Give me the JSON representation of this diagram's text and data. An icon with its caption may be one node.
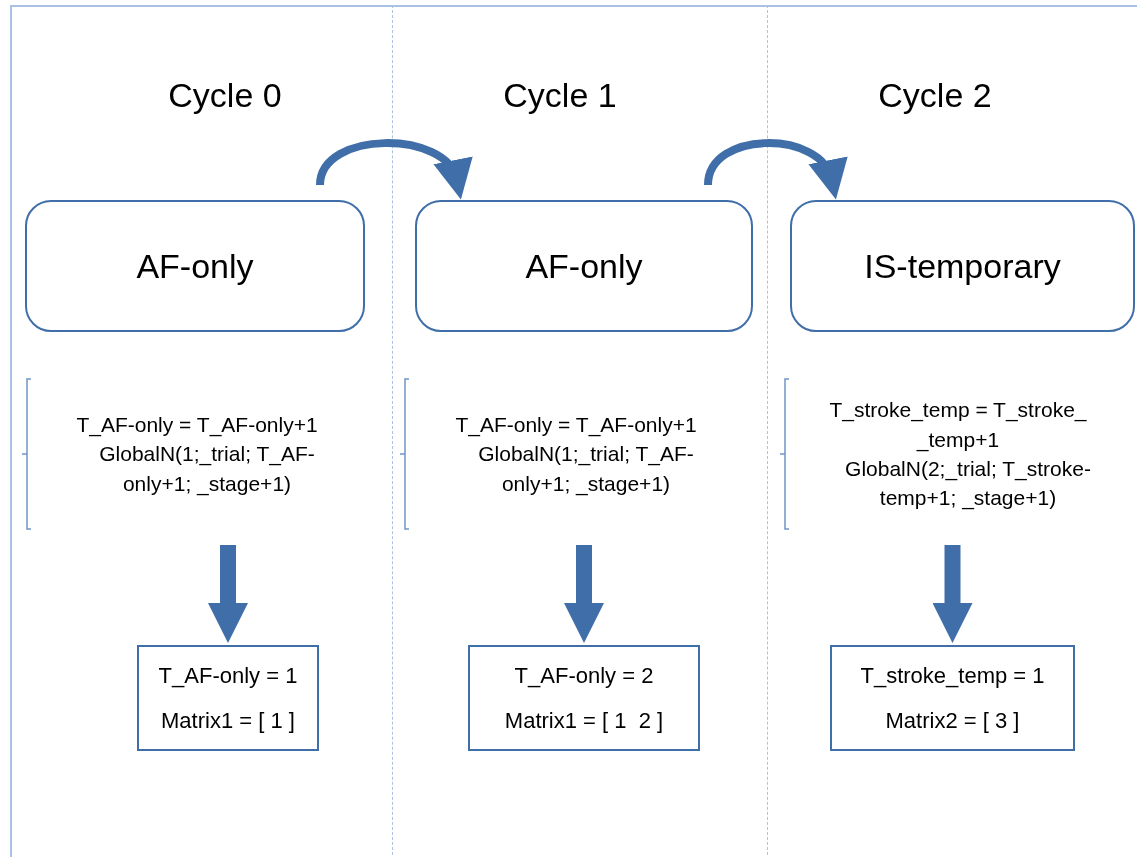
{
  "diagram": {
    "nodes": [
      {
        "text": [
          "AF-only"
        ]
      },
      {
        "text": [
          "T_AF-only = T_AF-only+1",
          "GlobalN(1;_trial; T_AF-only+1; _stage+1)"
        ]
      },
      {
        "text": [
          "T_AF-only = 1",
          "Matrix1 = [ 1 ]"
        ]
      },
      {
        "text": [
          "AF-only"
        ]
      },
      {
        "text": [
          "T_AF-only = T_AF-only+1",
          "GlobalN(1;_trial; T_AF-only+1; _stage+1)"
        ]
      },
      {
        "text": [
          "T_AF-only = 2",
          "Matrix1 = [ 1  2 ]"
        ]
      },
      {
        "text": [
          "IS-temporary"
        ]
      },
      {
        "text": [
          "T_stroke_temp = T_stroke_ _temp+1",
          "GlobalN(2;_trial; T_stroke-temp+1; _stage+1)"
        ]
      },
      {
        "text": [
          "T_stroke_temp = 1",
          "Matrix2 = [ 3 ]"
        ]
      }
    ],
    "edges": [
      {
        "from": 0,
        "to": 3,
        "arrow": "to"
      },
      {
        "from": 3,
        "to": 6,
        "arrow": "to"
      },
      {
        "from": 1,
        "to": 2,
        "arrow": "to"
      },
      {
        "from": 4,
        "to": 5,
        "arrow": "to"
      },
      {
        "from": 7,
        "to": 8,
        "arrow": "to"
      }
    ],
    "labels": [
      "Cycle 0",
      "Cycle 1",
      "Cycle 2"
    ]
  }
}
